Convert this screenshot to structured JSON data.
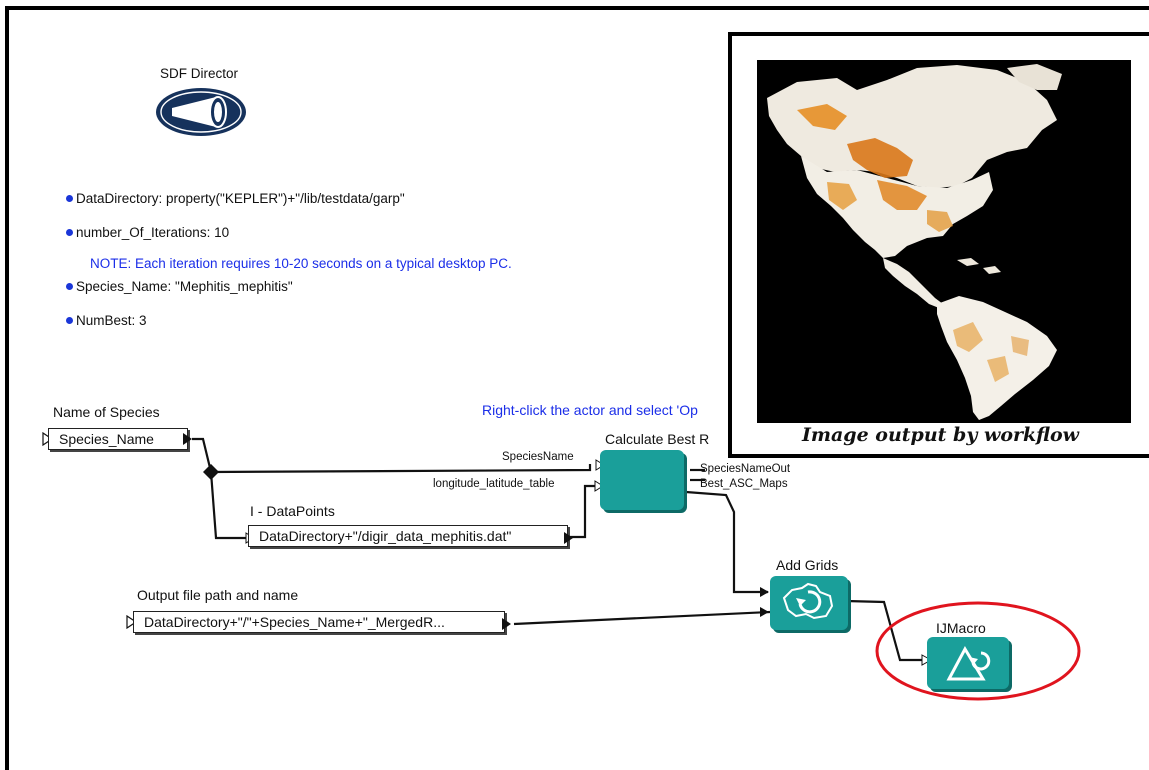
{
  "director": {
    "label": "SDF Director"
  },
  "parameters": [
    {
      "text": "DataDirectory: property(\"KEPLER\")+\"/lib/testdata/garp\""
    },
    {
      "text": "number_Of_Iterations: 10"
    },
    {
      "text": "Species_Name: \"Mephitis_mephitis\""
    },
    {
      "text": "NumBest: 3"
    }
  ],
  "note": "NOTE: Each iteration requires 10-20 seconds on a typical desktop PC.",
  "hint": "Right-click the actor and select 'Op",
  "nodes": {
    "species_title": "Name of Species",
    "species_value": "Species_Name",
    "datapoints_title": "I - DataPoints",
    "datapoints_value": "DataDirectory+\"/digir_data_mephitis.dat\"",
    "output_title": "Output file path and name",
    "output_value": "DataDirectory+\"/\"+Species_Name+\"_MergedR...",
    "calculate_title": "Calculate Best R",
    "calculate_port_in1": "SpeciesName",
    "calculate_port_in2": "longitude_latitude_table",
    "calculate_port_out1": "SpeciesNameOut",
    "calculate_port_out2": "Best_ASC_Maps",
    "addgrids_title": "Add Grids",
    "ijmacro_title": "IJMacro"
  },
  "overlay": {
    "caption": "Image output by workflow"
  },
  "colors": {
    "actor": "#1a9f9a",
    "annotation_blue": "#1b2ee8",
    "highlight_ellipse": "#e0141e",
    "director_navy": "#16325c"
  },
  "icons": [
    "director-cone-icon",
    "add-grids-icon",
    "ijmacro-icon"
  ]
}
